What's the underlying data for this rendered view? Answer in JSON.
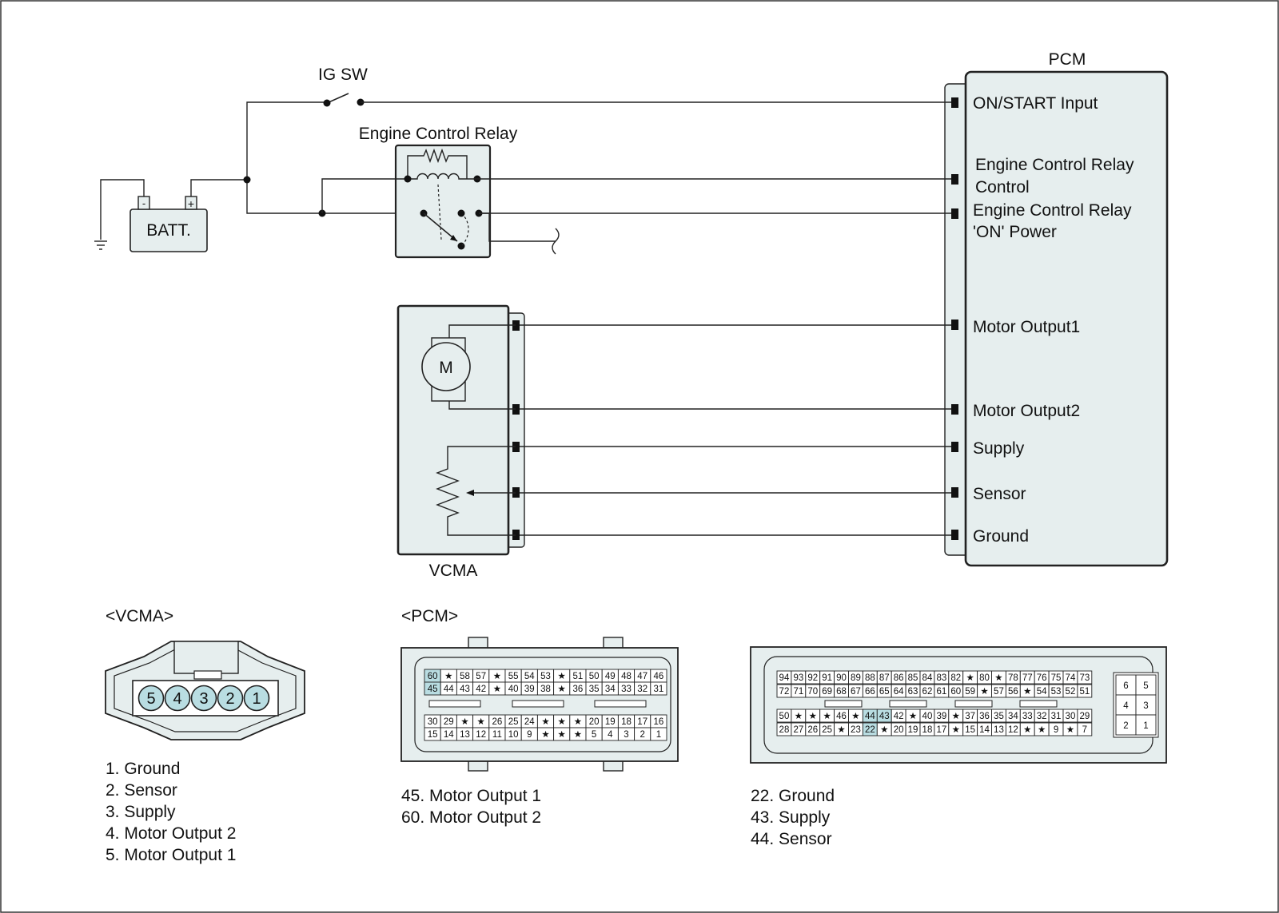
{
  "labels": {
    "ig_sw": "IG SW",
    "engine_control_relay": "Engine Control Relay",
    "batt": "BATT.",
    "batt_minus": "-",
    "batt_plus": "+",
    "pcm_title": "PCM",
    "vcma": "VCMA",
    "motor": "M",
    "vcma_connector_title": "<VCMA>",
    "pcm_connector_title": "<PCM>"
  },
  "pcm_pins": {
    "on_start": "ON/START Input",
    "ecr_control_1": "Engine Control Relay",
    "ecr_control_2": "Control",
    "ecr_power_1": "Engine Control Relay",
    "ecr_power_2": "'ON' Power",
    "motor_output1": "Motor Output1",
    "motor_output2": "Motor Output2",
    "supply": "Supply",
    "sensor": "Sensor",
    "ground": "Ground"
  },
  "vcma_connector": {
    "pins": [
      "5",
      "4",
      "3",
      "2",
      "1"
    ],
    "legend": [
      "1. Ground",
      "2. Sensor",
      "3. Supply",
      "4. Motor Output 2",
      "5. Motor Output 1"
    ]
  },
  "pcm_connector_a": {
    "rows": [
      [
        "60",
        "★",
        "58",
        "57",
        "★",
        "55",
        "54",
        "53",
        "★",
        "51",
        "50",
        "49",
        "48",
        "47",
        "46"
      ],
      [
        "45",
        "44",
        "43",
        "42",
        "★",
        "40",
        "39",
        "38",
        "★",
        "36",
        "35",
        "34",
        "33",
        "32",
        "31"
      ],
      [
        "30",
        "29",
        "★",
        "★",
        "26",
        "25",
        "24",
        "★",
        "★",
        "★",
        "20",
        "19",
        "18",
        "17",
        "16"
      ],
      [
        "15",
        "14",
        "13",
        "12",
        "11",
        "10",
        "9",
        "★",
        "★",
        "★",
        "5",
        "4",
        "3",
        "2",
        "1"
      ]
    ],
    "highlight": [
      "60",
      "45"
    ],
    "legend": [
      "45. Motor Output 1",
      "60. Motor Output 2"
    ]
  },
  "pcm_connector_b": {
    "rows": [
      [
        "94",
        "93",
        "92",
        "91",
        "90",
        "89",
        "88",
        "87",
        "86",
        "85",
        "84",
        "83",
        "82",
        "★",
        "80",
        "★",
        "78",
        "77",
        "76",
        "75",
        "74",
        "73"
      ],
      [
        "72",
        "71",
        "70",
        "69",
        "68",
        "67",
        "66",
        "65",
        "64",
        "63",
        "62",
        "61",
        "60",
        "59",
        "★",
        "57",
        "56",
        "★",
        "54",
        "53",
        "52",
        "51"
      ],
      [
        "50",
        "★",
        "★",
        "★",
        "46",
        "★",
        "44",
        "43",
        "42",
        "★",
        "40",
        "39",
        "★",
        "37",
        "36",
        "35",
        "34",
        "33",
        "32",
        "31",
        "30",
        "29"
      ],
      [
        "28",
        "27",
        "26",
        "25",
        "★",
        "23",
        "22",
        "★",
        "20",
        "19",
        "18",
        "17",
        "★",
        "15",
        "14",
        "13",
        "12",
        "★",
        "★",
        "9",
        "★",
        "7"
      ]
    ],
    "side_rows": [
      [
        "6",
        "5"
      ],
      [
        "4",
        "3"
      ],
      [
        "2",
        "1"
      ]
    ],
    "highlight": [
      "44",
      "43",
      "22"
    ],
    "legend": [
      "22. Ground",
      "43. Supply",
      "44. Sensor"
    ]
  }
}
